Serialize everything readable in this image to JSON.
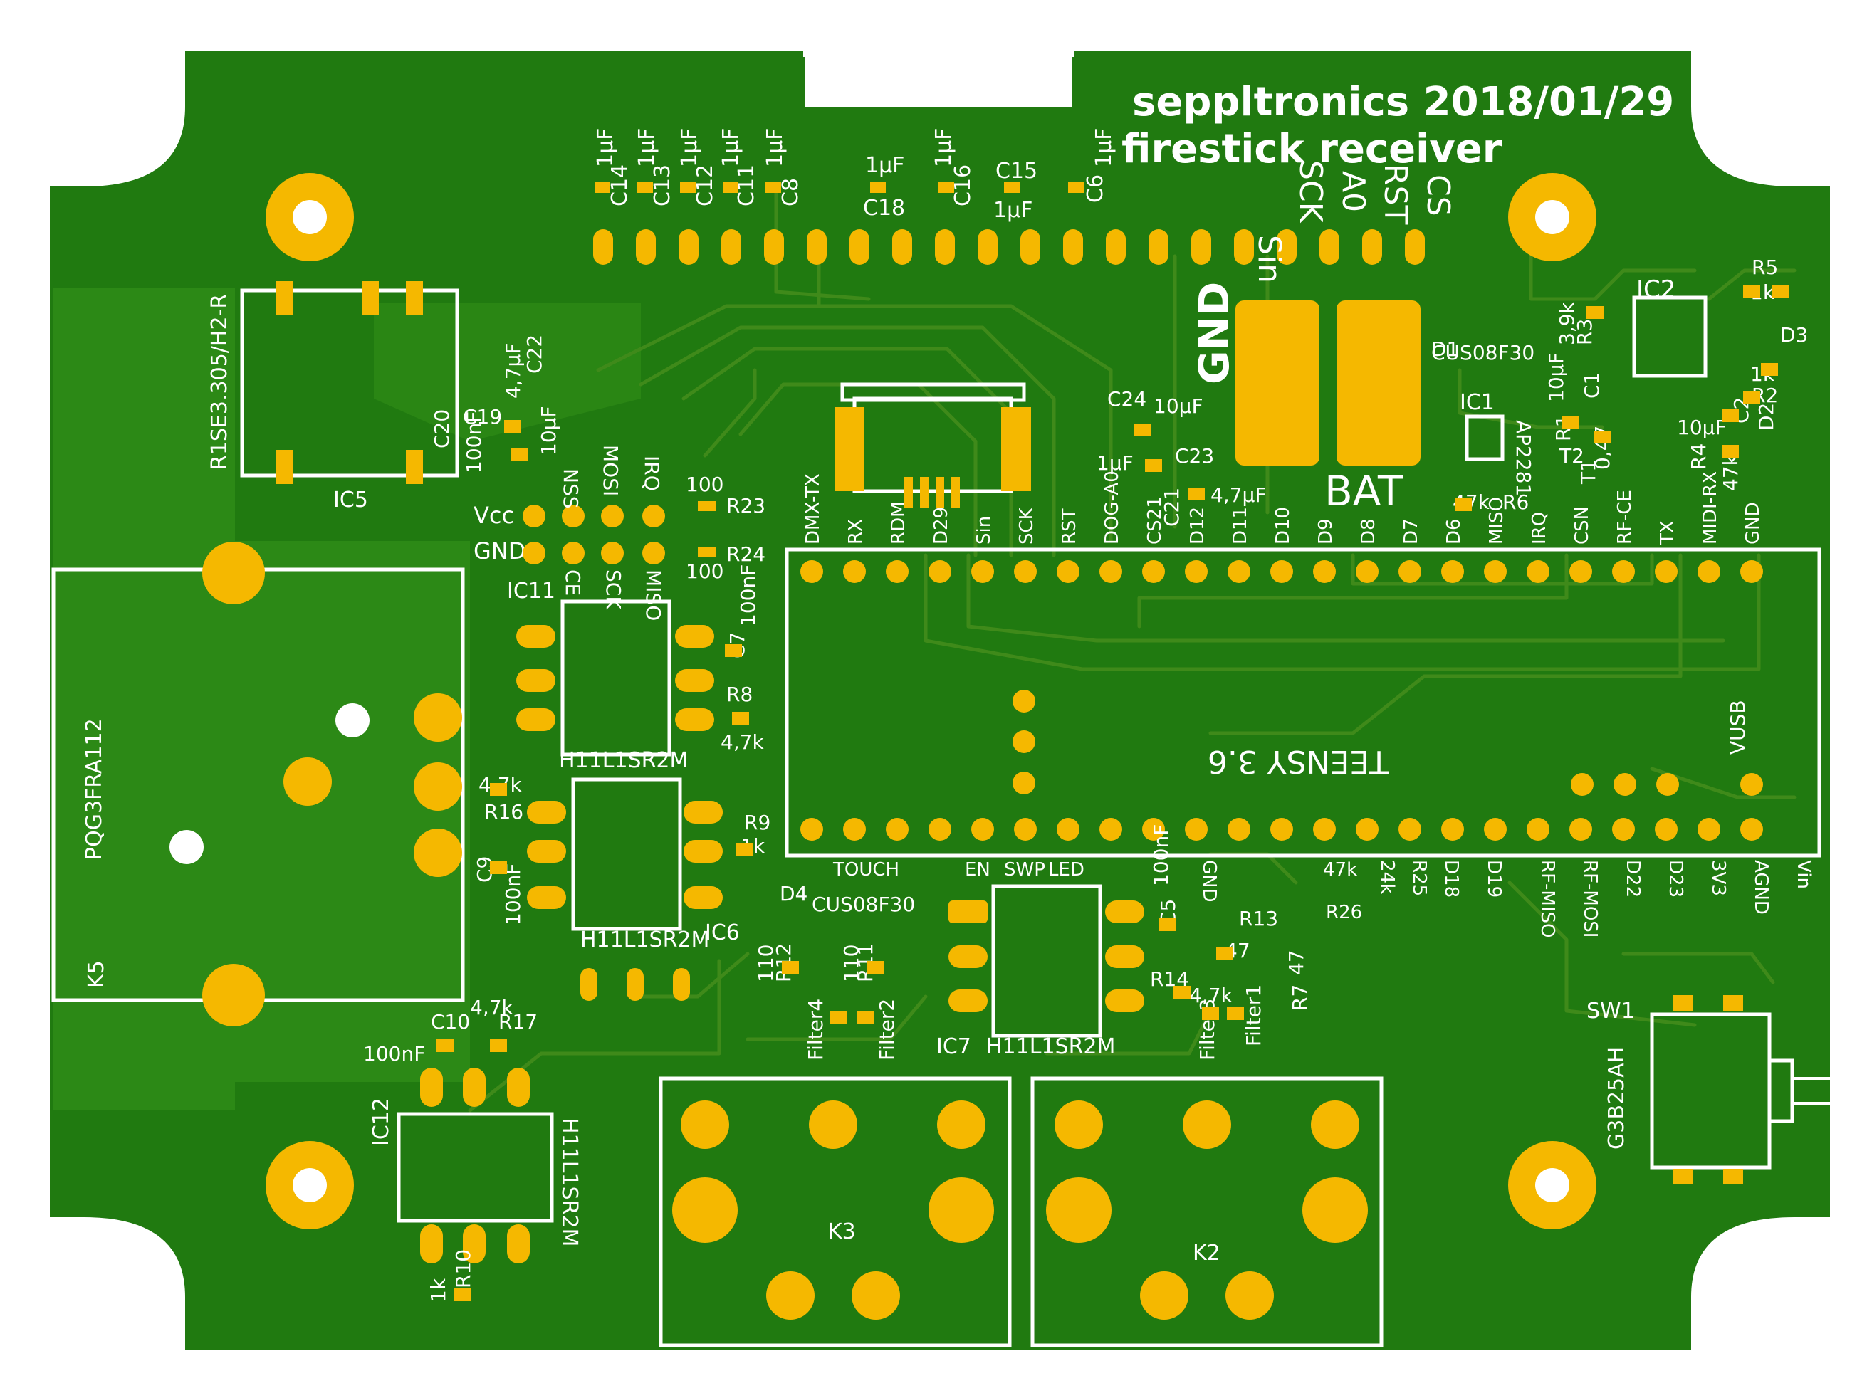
{
  "board": {
    "title": "seppltronics 2018/01/29",
    "subtitle": "firestick receiver",
    "colors": {
      "board": "#207a10",
      "pour": "#2f8c17",
      "pad": "#f5b800",
      "silk": "#ffffff",
      "bg": "#ffffff"
    }
  },
  "top_caps": [
    "1µF",
    "1µF",
    "1µF",
    "1µF",
    "1µF",
    "1µF",
    "1µF",
    "1µF",
    "1µF"
  ],
  "top_refs": [
    "C14",
    "C13",
    "C12",
    "C11",
    "C8",
    "C18",
    "C16",
    "C15",
    "C6"
  ],
  "top_signals": [
    "Sin",
    "SCK",
    "A0",
    "RST",
    "CS"
  ],
  "power_pads": {
    "gnd": "GND",
    "bat": "BAT"
  },
  "teensy": {
    "label": "TEENSY\\n3.6",
    "top_pins": [
      "DMX-TX",
      "RX",
      "RDM",
      "D29",
      "Sin",
      "SCK",
      "RST",
      "DOG-A0",
      "CS21",
      "D12",
      "D11",
      "D10",
      "D9",
      "D8",
      "D7",
      "D6",
      "MISO",
      "IRQ",
      "CSN",
      "RF-CE",
      "TX",
      "MIDI-RX",
      "GND"
    ],
    "bottom_pins": [
      "TOUCH",
      "EN",
      "SWP",
      "LED",
      "GND",
      "47k",
      "R26",
      "24k",
      "R25",
      "D18",
      "D19",
      "RF-MISO",
      "RF-MOSI",
      "D22",
      "D23",
      "3V3",
      "AGND",
      "Vin"
    ],
    "vusb": "VUSB"
  },
  "components": {
    "ic5": {
      "ref": "IC5",
      "part": "R1SE3.305/H2-R"
    },
    "k5": {
      "ref": "K5",
      "part": "PQG3FRA112"
    },
    "ic11": {
      "ref": "IC11",
      "part": "H11L1SR2M"
    },
    "ic6": {
      "ref": "IC6",
      "part": "H11L1SR2M"
    },
    "ic7": {
      "ref": "IC7",
      "part": "H11L1SR2M"
    },
    "ic12": {
      "ref": "IC12",
      "part": "H11L1SR2M"
    },
    "ic1": {
      "ref": "IC1",
      "part": "AP2281"
    },
    "ic2": {
      "ref": "IC2"
    },
    "k3": {
      "ref": "K3"
    },
    "k2": {
      "ref": "K2"
    },
    "sw1": {
      "ref": "SW1",
      "part": "G3B25AH"
    }
  },
  "header": {
    "left": [
      "Vcc",
      "GND"
    ],
    "top": [
      "NSS",
      "MOSI",
      "IRQ"
    ],
    "bottom": [
      "CE",
      "SCK",
      "MISO"
    ],
    "r23": {
      "val": "100",
      "ref": "R23"
    },
    "r24": {
      "val": "100",
      "ref": "R24"
    }
  },
  "passives": [
    {
      "t": "C22",
      "v": "4,7µF"
    },
    {
      "t": "C19",
      "v": "10µF"
    },
    {
      "t": "C20",
      "v": "100nF"
    },
    {
      "t": "C7",
      "v": "100nF"
    },
    {
      "t": "R8",
      "v": "4,7k"
    },
    {
      "t": "R16",
      "v": "4,7k"
    },
    {
      "t": "C9",
      "v": "100nF"
    },
    {
      "t": "R9",
      "v": "1k"
    },
    {
      "t": "C10",
      "v": "100nF"
    },
    {
      "t": "R17",
      "v": "4,7k"
    },
    {
      "t": "R10",
      "v": "1k"
    },
    {
      "t": "D4",
      "v": "CUS08F30"
    },
    {
      "t": "R12",
      "v": "110"
    },
    {
      "t": "R11",
      "v": "110"
    },
    {
      "t": "Filter4",
      "v": ""
    },
    {
      "t": "Filter2",
      "v": ""
    },
    {
      "t": "C5",
      "v": "100nF"
    },
    {
      "t": "R13",
      "v": "47"
    },
    {
      "t": "R14",
      "v": "4,7k"
    },
    {
      "t": "R7",
      "v": "47"
    },
    {
      "t": "Filter3",
      "v": ""
    },
    {
      "t": "Filter1",
      "v": ""
    },
    {
      "t": "C24",
      "v": "10µF"
    },
    {
      "t": "C23",
      "v": "1µF"
    },
    {
      "t": "C21",
      "v": "4,7µF"
    },
    {
      "t": "D1",
      "v": "CUS08F30"
    },
    {
      "t": "R3",
      "v": "3,9k"
    },
    {
      "t": "C1",
      "v": "10µF"
    },
    {
      "t": "R1",
      "v": "0,47"
    },
    {
      "t": "T2",
      "v": ""
    },
    {
      "t": "T1",
      "v": ""
    },
    {
      "t": "R6",
      "v": "47k"
    },
    {
      "t": "R4",
      "v": "47k"
    },
    {
      "t": "C2",
      "v": "10µF"
    },
    {
      "t": "R5",
      "v": "1k"
    },
    {
      "t": "R2",
      "v": "1k"
    },
    {
      "t": "D3",
      "v": ""
    },
    {
      "t": "D2",
      "v": ""
    }
  ]
}
